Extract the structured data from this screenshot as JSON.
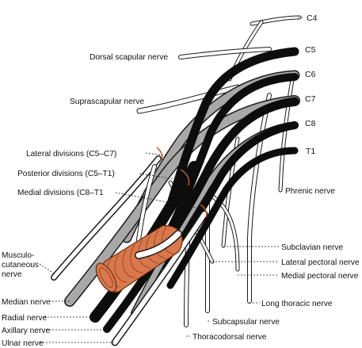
{
  "colors": {
    "background": "#ffffff",
    "black_nerve": "#0d0d0d",
    "grey_nerve": "#a8a8a8",
    "artery": "#d9784a",
    "artery_stroke": "#6a2a14",
    "outline": "#1a1a1a"
  },
  "roots": {
    "c4": "C4",
    "c5": "C5",
    "c6": "C6",
    "c7": "C7",
    "c8": "C8",
    "t1": "T1"
  },
  "labels_left": {
    "dorsal_scapular": "Dorsal scapular nerve",
    "suprascapular": "Suprascapular nerve",
    "lateral_divisions": "Lateral divisions (C5–C7)",
    "posterior_divisions": "Posterior divisions (C5–T1)",
    "medial_divisions": "Medial divisions (C8–T1",
    "musculocutaneous_line1": "Musculo-",
    "musculocutaneous_line2": "cutaneous",
    "musculocutaneous_line3": "nerve",
    "median": "Median nerve",
    "radial": "Radial nerve",
    "axillary": "Axillary nerve",
    "ulnar": "Ulnar nerve"
  },
  "labels_right": {
    "phrenic": "Phrenic nerve",
    "subclavian": "Subclavian nerve",
    "lateral_pectoral": "Lateral pectoral nerve",
    "medial_pectoral": "Medial pectoral nerve",
    "long_thoracic": "Long thoracic nerve"
  },
  "labels_bottom": {
    "subcapsular": "Subcapsular nerve",
    "thoracodorsal": "Thoracodorsal nerve"
  }
}
